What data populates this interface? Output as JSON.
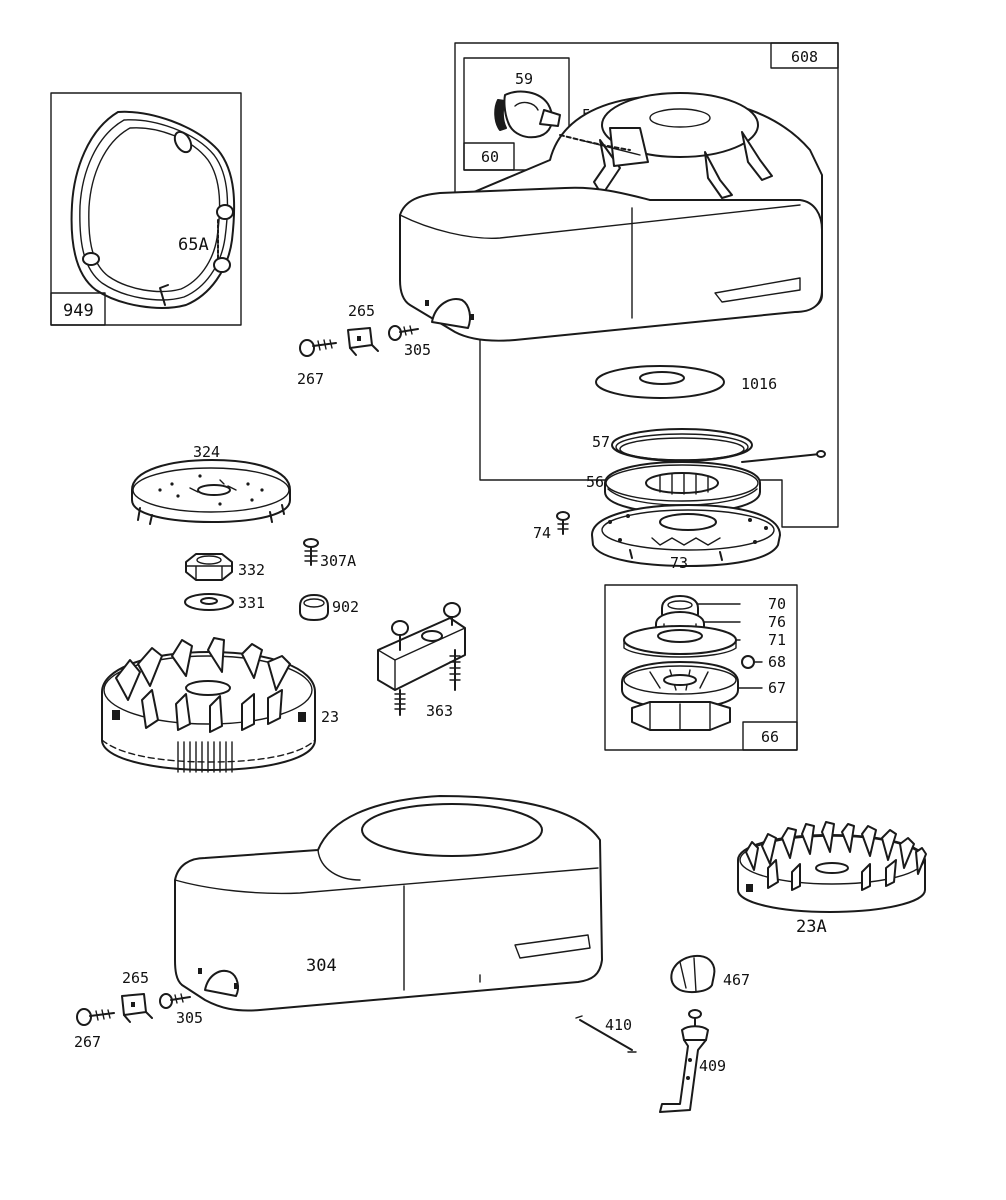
{
  "labels": {
    "l949": "949",
    "l65A": "65A",
    "l608": "608",
    "l59": "59",
    "l58": "58",
    "l60": "60",
    "l265a": "265",
    "l267a": "267",
    "l305a": "305",
    "l1016": "1016",
    "l57": "57",
    "l56": "56",
    "l74": "74",
    "l73": "73",
    "l324": "324",
    "l332": "332",
    "l307A": "307A",
    "l331": "331",
    "l902": "902",
    "l363": "363",
    "l23": "23",
    "l70": "70",
    "l76": "76",
    "l71": "71",
    "l68": "68",
    "l67": "67",
    "l66": "66",
    "l304": "304",
    "l23A": "23A",
    "l265b": "265",
    "l267b": "267",
    "l305b": "305",
    "l467": "467",
    "l410": "410",
    "l409": "409"
  }
}
